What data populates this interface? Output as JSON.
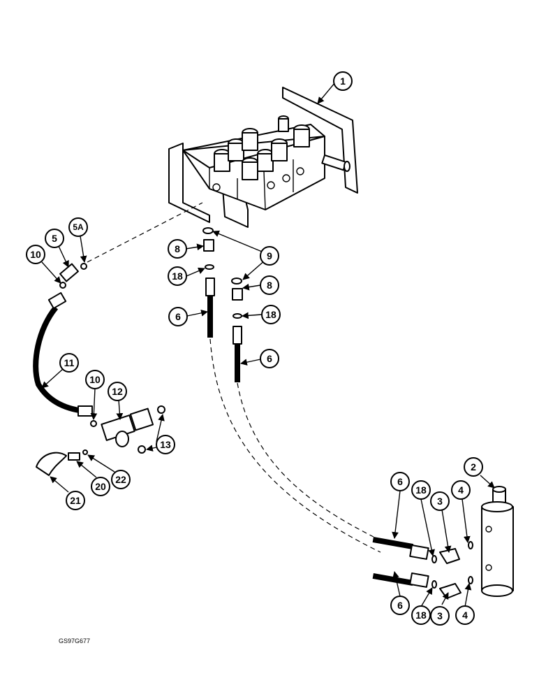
{
  "drawing_code": "GS97G677",
  "callouts": {
    "c1": "1",
    "c2": "2",
    "c3a": "3",
    "c3b": "3",
    "c4a": "4",
    "c4b": "4",
    "c5": "5",
    "c5a": "5A",
    "c6a": "6",
    "c6b": "6",
    "c6c": "6",
    "c6d": "6",
    "c8a": "8",
    "c8b": "8",
    "c9": "9",
    "c10a": "10",
    "c10b": "10",
    "c11": "11",
    "c12": "12",
    "c13": "13",
    "c18a": "18",
    "c18b": "18",
    "c18c": "18",
    "c18d": "18",
    "c20": "20",
    "c21": "21",
    "c22": "22"
  }
}
